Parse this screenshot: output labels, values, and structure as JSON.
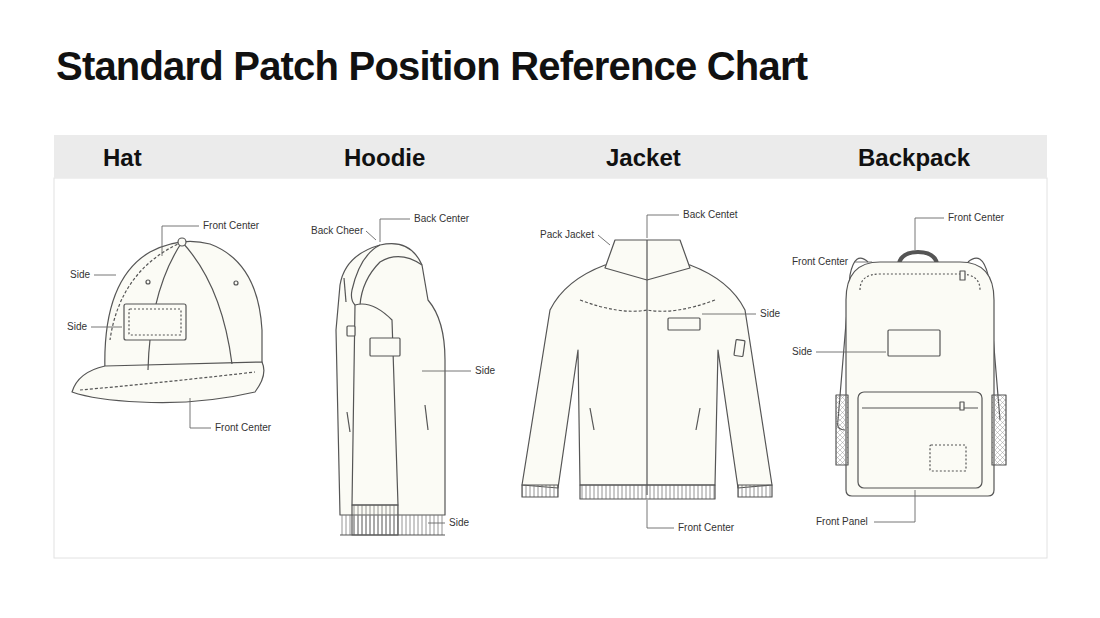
{
  "diagram": {
    "title": "Standard Patch Position Reference Chart",
    "nodes": [
      {
        "text": [
          "Hat",
          "Hoodie",
          "Jacket",
          "Backpack"
        ]
      }
    ],
    "labels": [
      "Front Center",
      "Side",
      "Side",
      "Front Center",
      "Back Cheer",
      "Back Center",
      "Side",
      "Side",
      "Pack Jacket",
      "Back Centet",
      "Side",
      "Front Center",
      "Front Center",
      "Front Center",
      "Side",
      "Front Panel"
    ]
  }
}
